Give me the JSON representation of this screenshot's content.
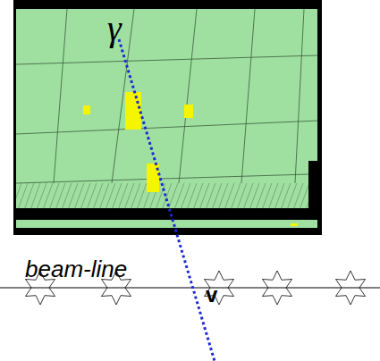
{
  "diagram": {
    "labels": [
      "γ",
      "beam-line",
      "v"
    ]
  }
}
